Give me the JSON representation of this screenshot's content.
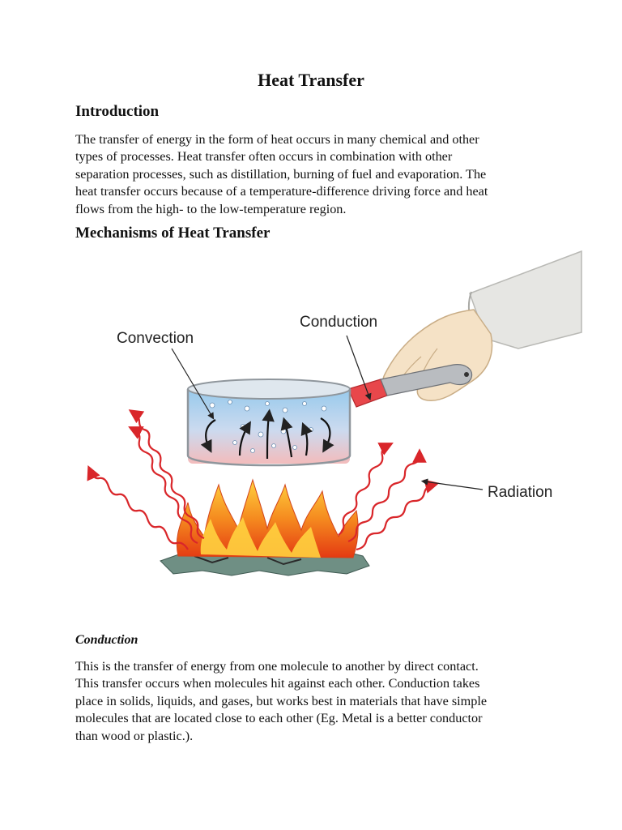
{
  "document": {
    "title": "Heat Transfer",
    "intro": {
      "heading": "Introduction",
      "lines": [
        "The transfer of energy in the form of heat occurs in many chemical and other",
        "types of processes. Heat transfer often occurs in combination with other",
        "separation processes, such as distillation, burning of fuel and evaporation. The",
        "heat transfer occurs because of a temperature-difference driving force and heat",
        "flows from the high- to the low-temperature region."
      ]
    },
    "mechanisms": {
      "heading": "Mechanisms of Heat Transfer",
      "figure": {
        "labels": {
          "convection": "Convection",
          "conduction": "Conduction",
          "radiation": "Radiation"
        }
      }
    },
    "conduction": {
      "heading": "Conduction",
      "lines": [
        "This is the transfer of energy from one molecule to another by direct contact.",
        "This transfer occurs when molecules hit against each other. Conduction takes",
        "place in solids, liquids, and gases, but works best in materials that have simple",
        "molecules that are located close to each other (Eg. Metal is a better conductor",
        "than wood or plastic.)."
      ]
    }
  },
  "colors": {
    "water_top": "#8ec5ea",
    "water_bottom": "#f2b6b6",
    "flame_outer": "#f26a1b",
    "flame_inner": "#ffd23f",
    "radiation": "#d9262a",
    "handle": "#e8474b",
    "coal": "#6f8f84"
  }
}
